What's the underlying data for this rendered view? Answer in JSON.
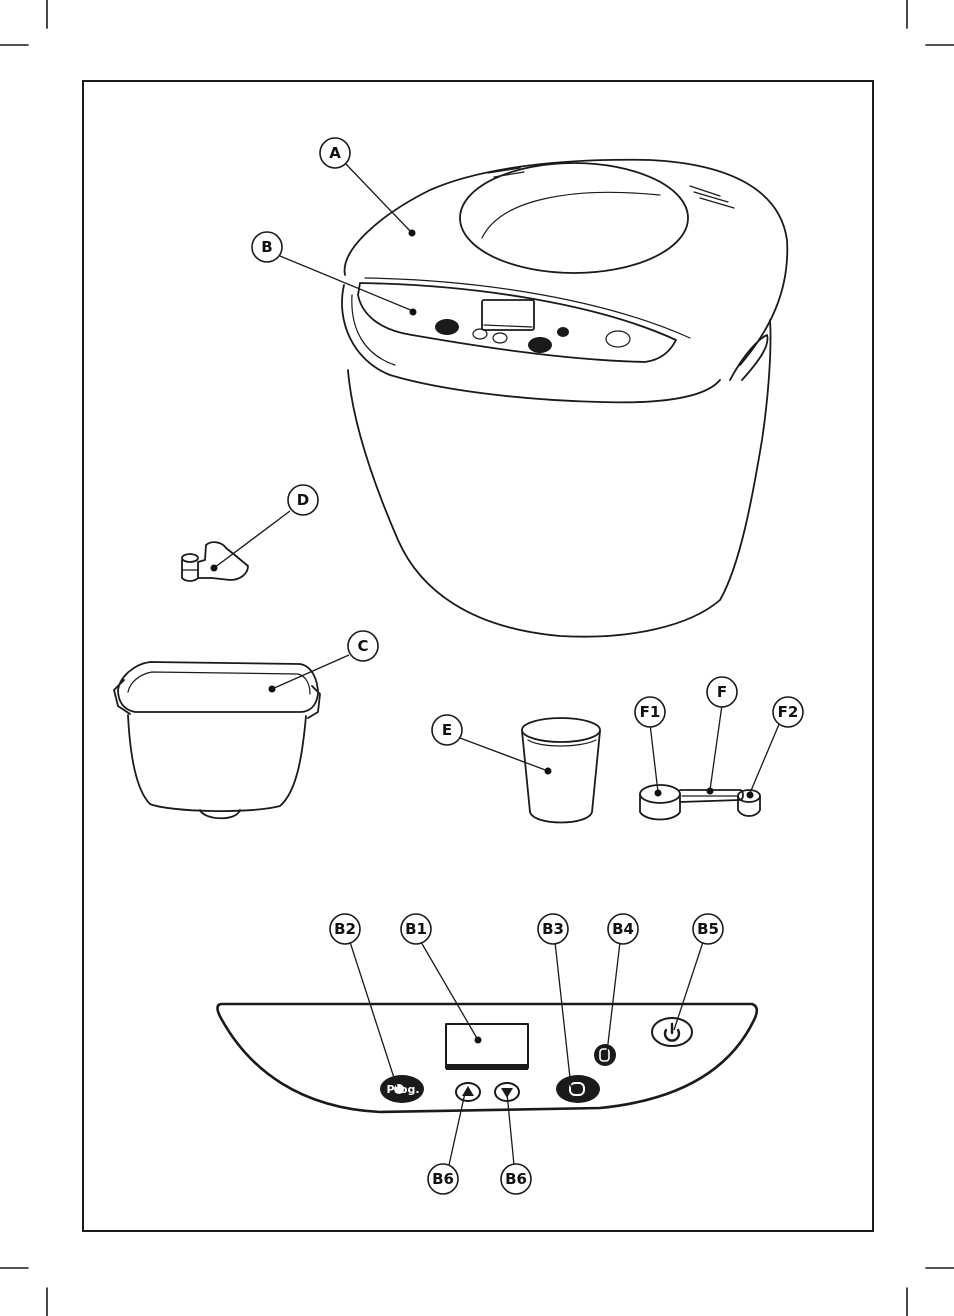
{
  "callouts": {
    "A": "A",
    "B": "B",
    "C": "C",
    "D": "D",
    "E": "E",
    "F": "F",
    "F1": "F1",
    "F2": "F2",
    "B1": "B1",
    "B2": "B2",
    "B3": "B3",
    "B4": "B4",
    "B5": "B5",
    "B6_left": "B6",
    "B6_right": "B6"
  },
  "control_panel": {
    "program_button_label": "Prog."
  }
}
